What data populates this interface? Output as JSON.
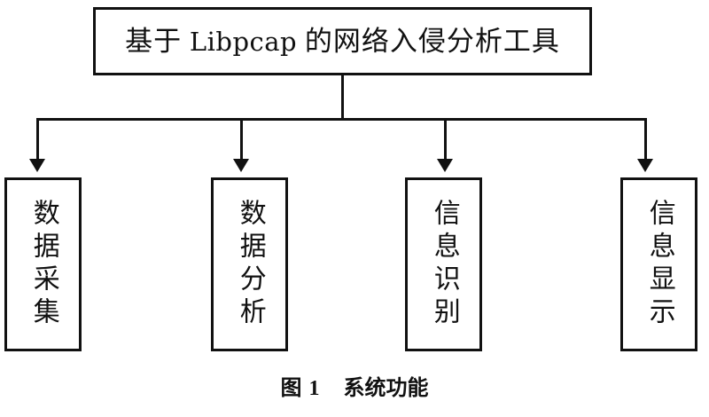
{
  "figure": {
    "type": "flowchart",
    "orientation": "top-down",
    "caption_number": "图 1",
    "caption_text": "系统功能",
    "stroke_color": "#111111",
    "background_color": "#ffffff"
  },
  "root": {
    "label_prefix": "基于",
    "label_latin": "Libpcap",
    "label_suffix": "的网络入侵分析工具",
    "label_full": "基于 Libpcap 的网络入侵分析工具"
  },
  "leaves": [
    {
      "label": "数据采集"
    },
    {
      "label": "数据分析"
    },
    {
      "label": "信息识别"
    },
    {
      "label": "信息显示"
    }
  ]
}
